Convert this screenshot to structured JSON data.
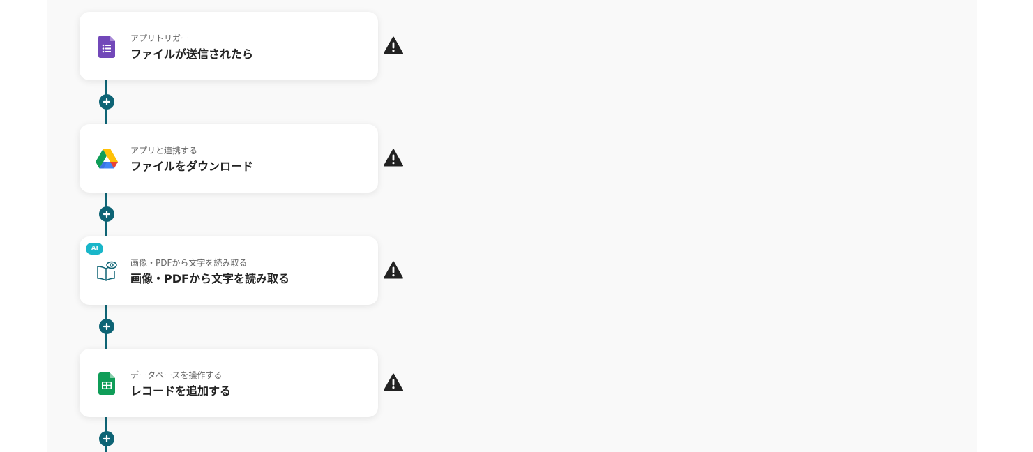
{
  "flow": {
    "steps": [
      {
        "subtitle": "アプリトリガー",
        "title": "ファイルが送信されたら",
        "icon": "google-forms-icon",
        "color": "#7248b9"
      },
      {
        "subtitle": "アプリと連携する",
        "title": "ファイルをダウンロード",
        "icon": "google-drive-icon",
        "color": "#1fa463"
      },
      {
        "subtitle": "画像・PDFから文字を読み取る",
        "title": "画像・PDFから文字を読み取る",
        "icon": "ocr-book-eye-icon",
        "color": "#0e6475",
        "badge": "AI"
      },
      {
        "subtitle": "データベースを操作する",
        "title": "レコードを追加する",
        "icon": "google-sheets-icon",
        "color": "#0f9d58"
      }
    ],
    "connector_color": "#0e6475",
    "warning_icon": "warning-icon",
    "add_icon": "plus-icon"
  }
}
